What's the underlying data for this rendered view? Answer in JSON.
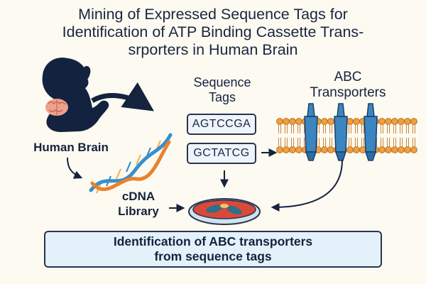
{
  "title": {
    "line1": "Mining of Expressed Sequence Tags for",
    "line2": "Identification of ATP Binding Cassette Trans-",
    "line3": "srporters in Human Brain"
  },
  "brain": {
    "label": "Human Brain"
  },
  "cdna": {
    "line1": "cDNA",
    "line2": "Library"
  },
  "sequence_tags": {
    "heading_line1": "Sequence",
    "heading_line2": "Tags",
    "tags": [
      "AGTCCGA",
      "GCTATCG"
    ]
  },
  "abc": {
    "heading_line1": "ABC",
    "heading_line2": "Transporters"
  },
  "result": {
    "line1": "Identification of ABC transporters",
    "line2": "from sequence tags"
  },
  "colors": {
    "navy": "#15233d",
    "brain": "#f2a08e",
    "dna_blue": "#3a8fc9",
    "dna_orange": "#e9822f",
    "membrane": "#f0a03c",
    "transporter": "#3b86c0",
    "dish_fill": "#d8493a",
    "cell": "#2f6f88",
    "result_bg": "#e3f1fa",
    "background": "#fdfaf1"
  },
  "icons": [
    "human-silhouette-icon",
    "brain-icon",
    "dna-helix-icon",
    "petri-dish-icon",
    "membrane-transporter-icon",
    "arrow-icon"
  ]
}
